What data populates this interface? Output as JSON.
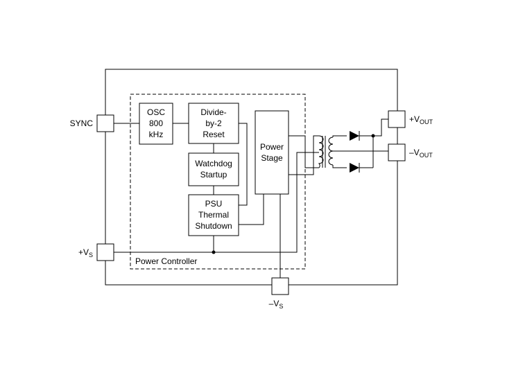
{
  "blocks": {
    "osc": [
      "OSC",
      "800",
      "kHz"
    ],
    "divide": [
      "Divide-",
      "by-2",
      "Reset"
    ],
    "watchdog": [
      "Watchdog",
      "Startup"
    ],
    "psu": [
      "PSU",
      "Thermal",
      "Shutdown"
    ],
    "power_stage": [
      "Power",
      "Stage"
    ]
  },
  "group_label": "Power Controller",
  "pins": {
    "sync": "SYNC",
    "vs_pos": {
      "prefix": "+V",
      "sub": "S"
    },
    "vs_neg": {
      "prefix": "–V",
      "sub": "S"
    },
    "vout_pos": {
      "prefix": "+V",
      "sub": "OUT"
    },
    "vout_neg": {
      "prefix": "–V",
      "sub": "OUT"
    }
  }
}
